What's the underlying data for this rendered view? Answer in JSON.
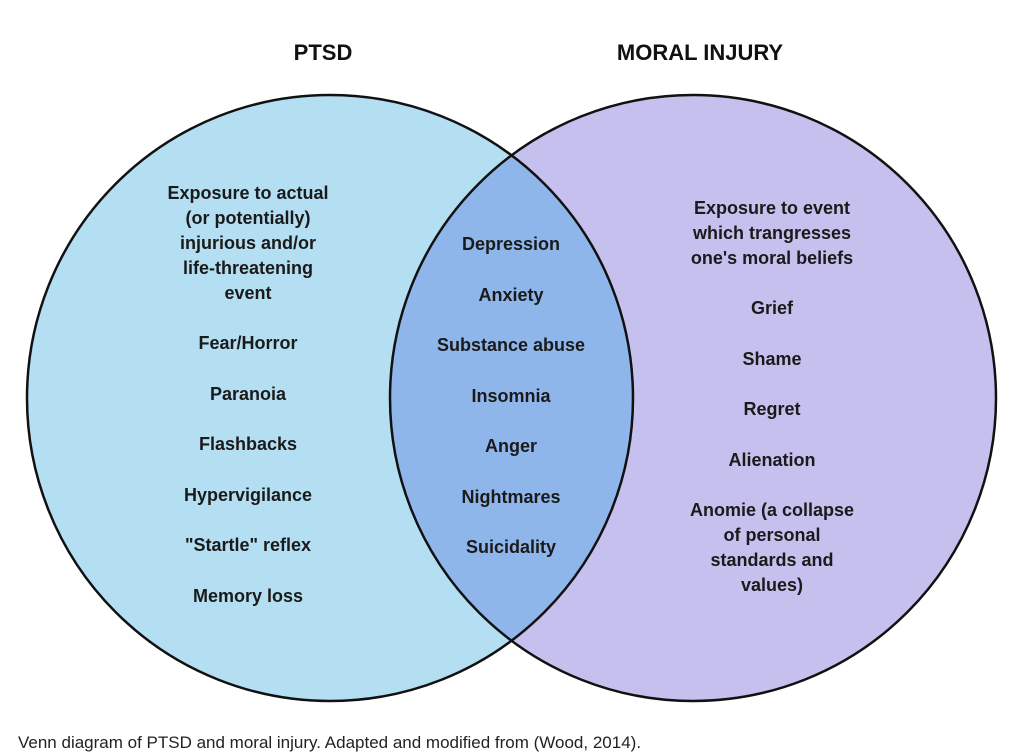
{
  "diagram": {
    "sets": [
      {
        "id": "ptsd",
        "title": "PTSD",
        "color": "#b4dff2",
        "header_lines": [
          "Exposure to actual",
          "(or potentially)",
          "injurious and/or",
          "life-threatening",
          "event"
        ],
        "items": [
          "Fear/Horror",
          "Paranoia",
          "Flashbacks",
          "Hypervigilance",
          "\"Startle\" reflex",
          "Memory loss"
        ]
      },
      {
        "id": "moral-injury",
        "title": "MORAL INJURY",
        "color": "#c6c0ef",
        "header_lines": [
          "Exposure to event",
          "which trangresses",
          "one's moral beliefs"
        ],
        "items": [
          "Grief",
          "Shame",
          "Regret",
          "Alienation"
        ],
        "last_item_lines": [
          "Anomie (a collapse",
          "of personal",
          "standards and",
          "values)"
        ]
      }
    ],
    "overlap": {
      "color": "#8fb6ea",
      "items": [
        "Depression",
        "Anxiety",
        "Substance abuse",
        "Insomnia",
        "Anger",
        "Nightmares",
        "Suicidality"
      ]
    },
    "outline_color": "#111111"
  },
  "caption": "Venn diagram of PTSD and moral injury. Adapted and modified from (Wood, 2014)."
}
